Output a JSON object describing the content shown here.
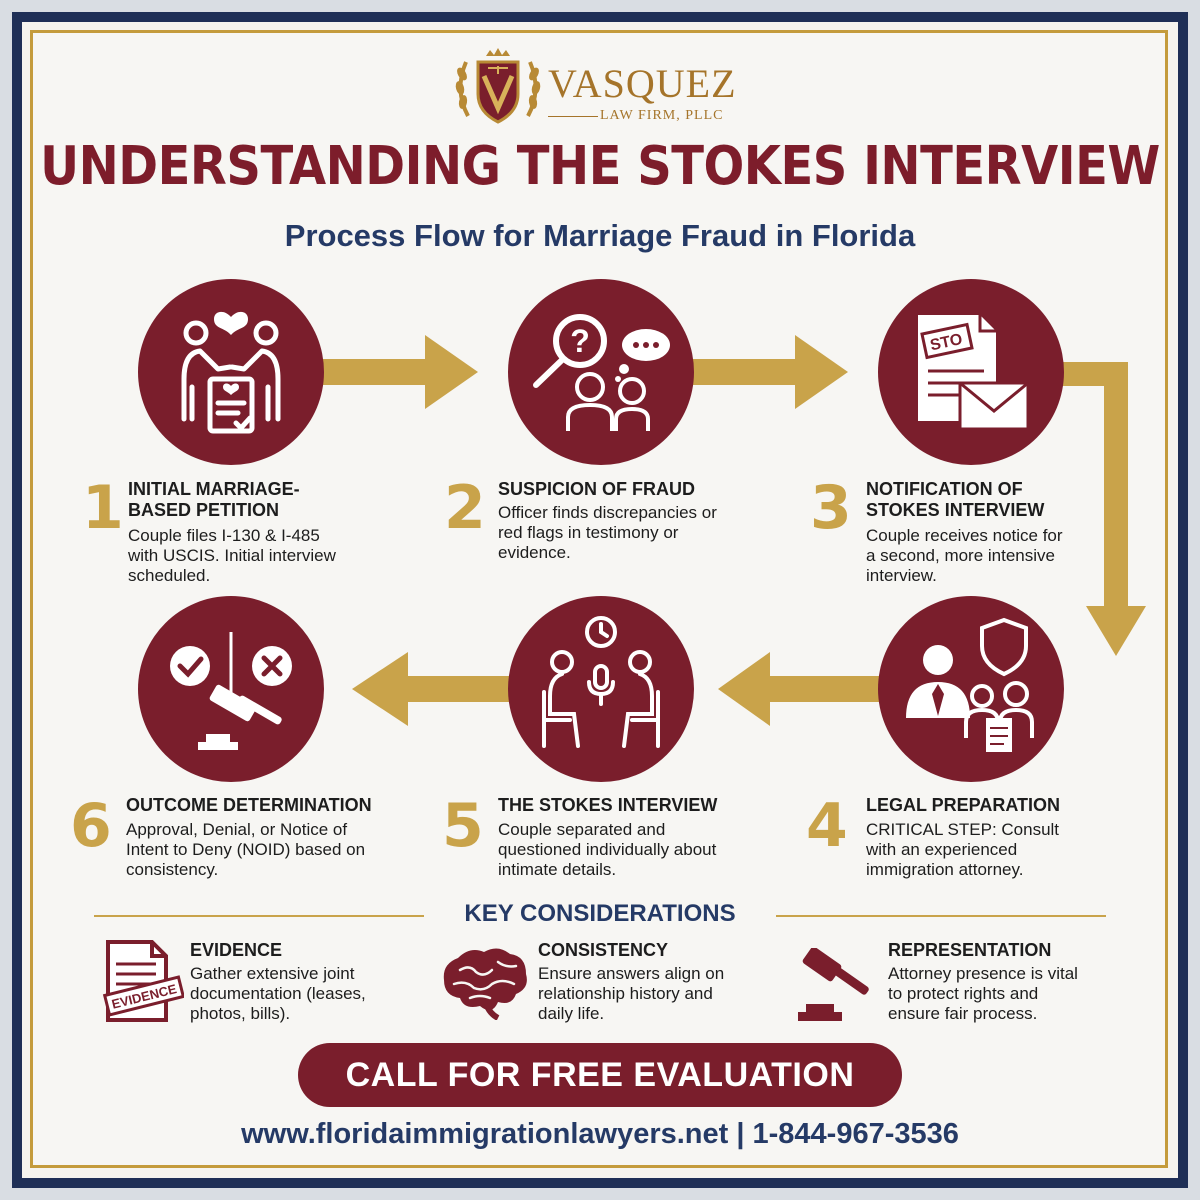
{
  "brand": {
    "name": "VASQUEZ",
    "tagline": "LAW FIRM, PLLC"
  },
  "title": "UNDERSTANDING THE STOKES INTERVIEW",
  "subtitle": "Process Flow for Marriage Fraud in Florida",
  "steps": [
    {
      "number": "1",
      "title_lines": [
        "INITIAL MARRIAGE-",
        "BASED PETITION"
      ],
      "desc_lines": [
        "Couple files I-130 & I-485",
        "with USCIS. Initial interview",
        "scheduled."
      ],
      "icon": "couple-heart-document-icon"
    },
    {
      "number": "2",
      "title_lines": [
        "SUSPICION OF FRAUD"
      ],
      "desc_lines": [
        "Officer finds discrepancies or",
        "red flags in testimony or",
        "evidence."
      ],
      "icon": "magnifier-question-icon"
    },
    {
      "number": "3",
      "title_lines": [
        "NOTIFICATION OF",
        "STOKES INTERVIEW"
      ],
      "desc_lines": [
        "Couple receives notice for",
        "a second, more intensive",
        "interview."
      ],
      "icon": "notice-envelope-icon",
      "icon_label": "STO"
    },
    {
      "number": "4",
      "title_lines": [
        "LEGAL PREPARATION"
      ],
      "desc_lines": [
        "CRITICAL STEP: Consult",
        "with an experienced",
        "immigration attorney."
      ],
      "icon": "attorney-shield-icon"
    },
    {
      "number": "5",
      "title_lines": [
        "THE STOKES INTERVIEW"
      ],
      "desc_lines": [
        "Couple separated and",
        "questioned individually about",
        "intimate details."
      ],
      "icon": "interview-clock-microphone-icon"
    },
    {
      "number": "6",
      "title_lines": [
        "OUTCOME DETERMINATION"
      ],
      "desc_lines": [
        "Approval, Denial, or Notice of",
        "Intent to Deny (NOID) based on",
        "consistency."
      ],
      "icon": "check-cross-gavel-icon"
    }
  ],
  "key_considerations": {
    "heading": "KEY CONSIDERATIONS",
    "items": [
      {
        "title": "EVIDENCE",
        "desc_lines": [
          "Gather extensive joint",
          "documentation (leases,",
          "photos, bills)."
        ],
        "icon": "evidence-document-icon",
        "stamp": "EVIDENCE"
      },
      {
        "title": "CONSISTENCY",
        "desc_lines": [
          "Ensure answers align on",
          "relationship history and",
          "daily life."
        ],
        "icon": "brain-icon"
      },
      {
        "title": "REPRESENTATION",
        "desc_lines": [
          "Attorney presence is vital",
          "to protect rights and",
          "ensure fair process."
        ],
        "icon": "gavel-icon"
      }
    ]
  },
  "cta": "CALL FOR FREE EVALUATION",
  "contact": "www.floridaimmigrationlawyers.net | 1-844-967-3536",
  "colors": {
    "maroon": "#7a1e2c",
    "gold": "#c9a34a",
    "navy": "#253a66"
  }
}
